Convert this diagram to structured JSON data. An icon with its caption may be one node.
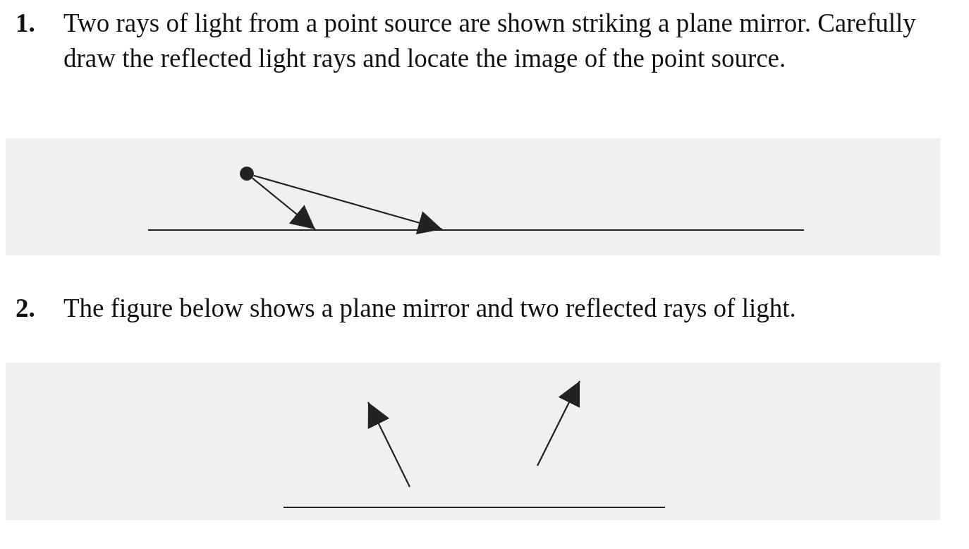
{
  "diagram": {
    "nodes": [
      {
        "text": [],
        "shape": "circle"
      },
      {
        "text": [],
        "shape": "bar"
      },
      {
        "text": [],
        "shape": "bar"
      }
    ],
    "edges": [
      {
        "from": 0,
        "to": 1,
        "arrow": "to"
      },
      {
        "from": 0,
        "to": 1,
        "arrow": "to"
      }
    ],
    "labels": [
      "1.",
      "Two rays of light from a point source are shown striking a plane mirror. Carefully draw the reflected light rays and locate the image of the point source.",
      "2.",
      "The figure below shows a plane mirror and two reflected rays of light."
    ]
  }
}
